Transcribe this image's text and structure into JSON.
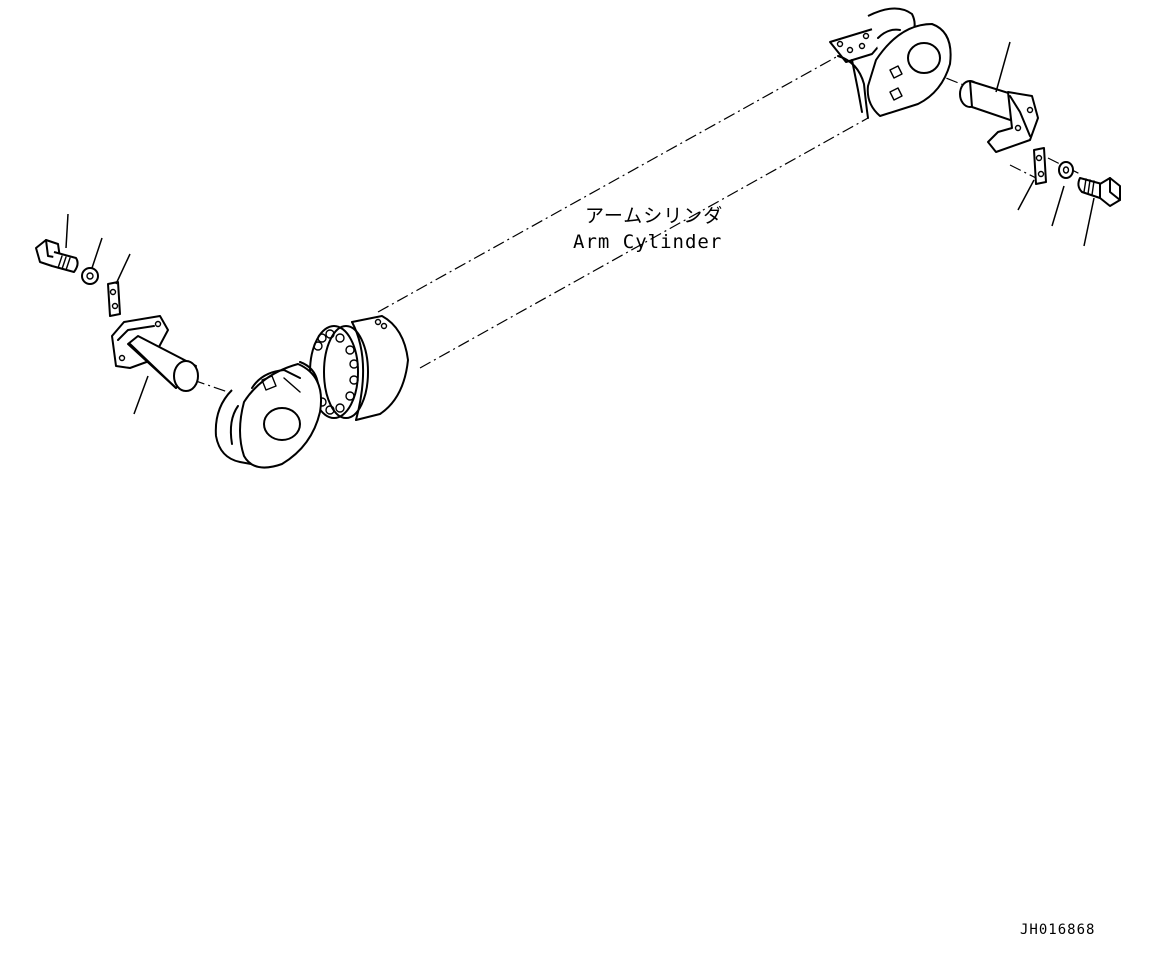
{
  "diagram": {
    "label_jp": "アームシリンダ",
    "label_en": "Arm Cylinder",
    "drawing_code": "JH016868"
  },
  "parts": {
    "left_bolt": "bolt-icon",
    "left_washer": "washer-icon",
    "left_plate": "lock-plate-icon",
    "left_pin": "pin-icon",
    "right_pin": "pin-icon",
    "right_plate": "lock-plate-icon",
    "right_washer": "washer-icon",
    "right_bolt": "bolt-icon"
  },
  "colors": {
    "line": "#000000",
    "background": "#ffffff"
  }
}
